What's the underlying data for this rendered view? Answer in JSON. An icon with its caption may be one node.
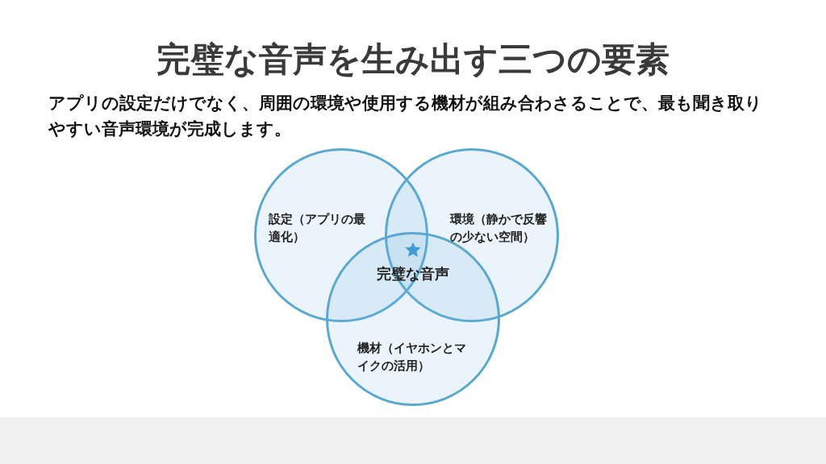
{
  "diagram": {
    "title": "完璧な音声を生み出す三つの要素",
    "caption": "アプリの設定だけでなく、周囲の環境や使用する機材が組み合わさることで、最も聞き取りやすい音声環境が完成します。",
    "nodes": [
      {
        "text": [
          "設定（アプリの最適化）"
        ]
      },
      {
        "text": [
          "環境（静かで反響の少ない空間）"
        ]
      },
      {
        "text": [
          "機材（イヤホンとマイクの活用）"
        ]
      }
    ],
    "labels": [
      "完璧な音声"
    ]
  }
}
